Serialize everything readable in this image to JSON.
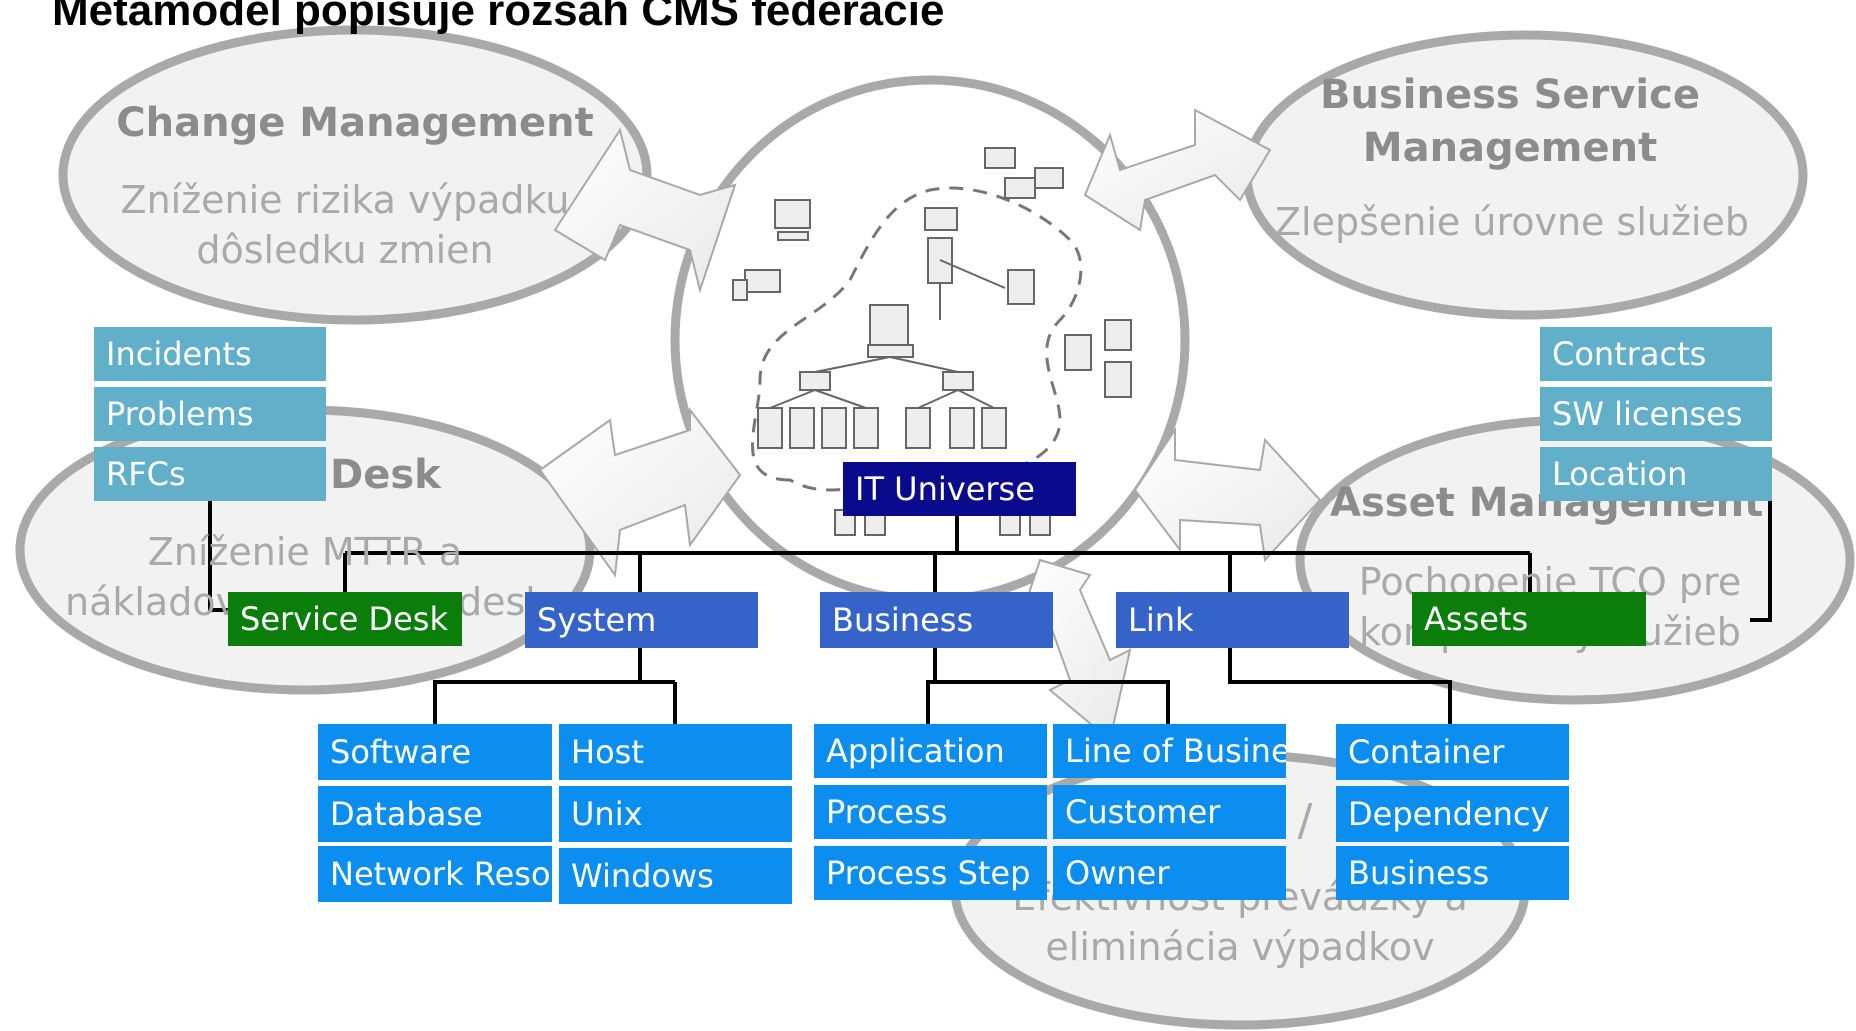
{
  "title": "Metamodel popisuje rozsah CMS federácie",
  "bubbles": {
    "change": {
      "title": "Change Management",
      "line1": "Zníženie rizika výpadku",
      "line2": "dôsledku zmien"
    },
    "bsm": {
      "title1": "Business Service",
      "title2": "Management",
      "desc": "Zlepšenie úrovne služieb"
    },
    "service_desk": {
      "title": "Desk",
      "line1": "Zníženie MTTR a",
      "line2": "nákladov",
      "line2b": "desk"
    },
    "asset": {
      "title": "Asset Management",
      "line1": "Pochopenie TCO pre",
      "line2": "komponenty služieb"
    },
    "operations": {
      "slash": "/",
      "line1": "Efektívnosť prevádzky a",
      "line2": "eliminácia výpadkov"
    }
  },
  "left_items": [
    "Incidents",
    "Problems",
    "RFCs"
  ],
  "right_items": [
    "Contracts",
    "SW licenses",
    "Location"
  ],
  "root": "IT Universe",
  "level1": {
    "service_desk": "Service Desk",
    "system": "System",
    "business": "Business",
    "link": "Link",
    "assets": "Assets"
  },
  "system_children": {
    "col1": [
      "Software",
      "Database",
      "Network Reso"
    ],
    "col2": [
      "Host",
      "Unix",
      "Windows"
    ]
  },
  "business_children": {
    "col1": [
      "Application",
      "Process",
      "Process Step"
    ],
    "col2": [
      "Line of Business",
      "Customer",
      "Owner"
    ]
  },
  "link_children": [
    "Container",
    "Dependency",
    "Business"
  ],
  "colors": {
    "teal": "#62afc9",
    "green": "#0b7d0b",
    "blue": "#3563c9",
    "sky": "#0b8ef0",
    "navy": "#0a0a8c",
    "bubble_fill": "#f2f2f2",
    "bubble_stroke": "#a9a9a9"
  }
}
